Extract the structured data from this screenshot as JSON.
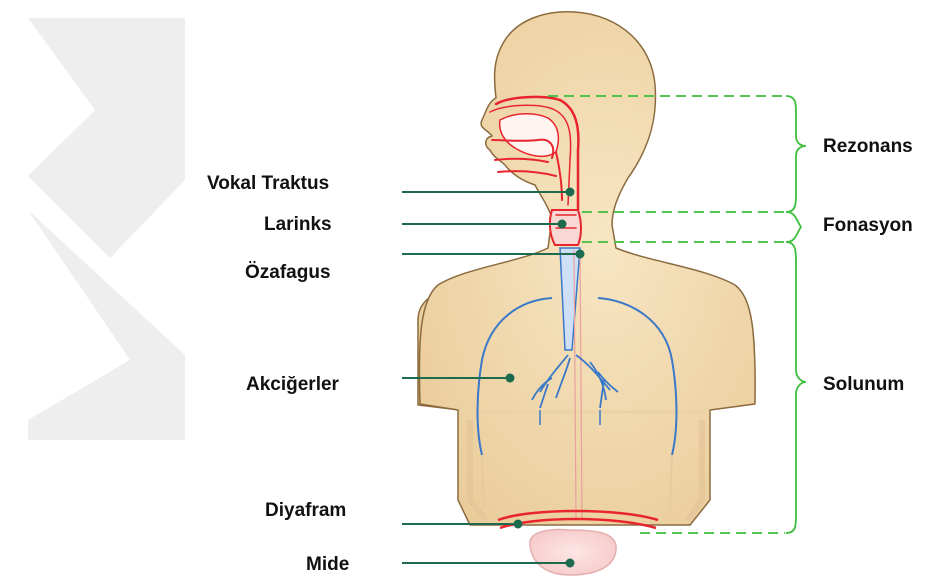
{
  "diagram": {
    "left_labels": {
      "vocal_tract": "Vokal Traktus",
      "larynx": "Larinks",
      "esophagus": "Özafagus",
      "lungs": "Akciğerler",
      "diaphragm": "Diyafram",
      "stomach": "Mide"
    },
    "right_labels": {
      "resonance": "Rezonans",
      "phonation": "Fonasyon",
      "respiration": "Solunum"
    },
    "colors": {
      "skin": "#f3dcb1",
      "skin_outline": "#8b6a3e",
      "vocal_tract": "#e8252f",
      "lungs_trachea": "#3a78c9",
      "leader_line": "#1d6b4f",
      "bracket": "#3dbf3d",
      "watermark": "#eeeeee"
    }
  }
}
